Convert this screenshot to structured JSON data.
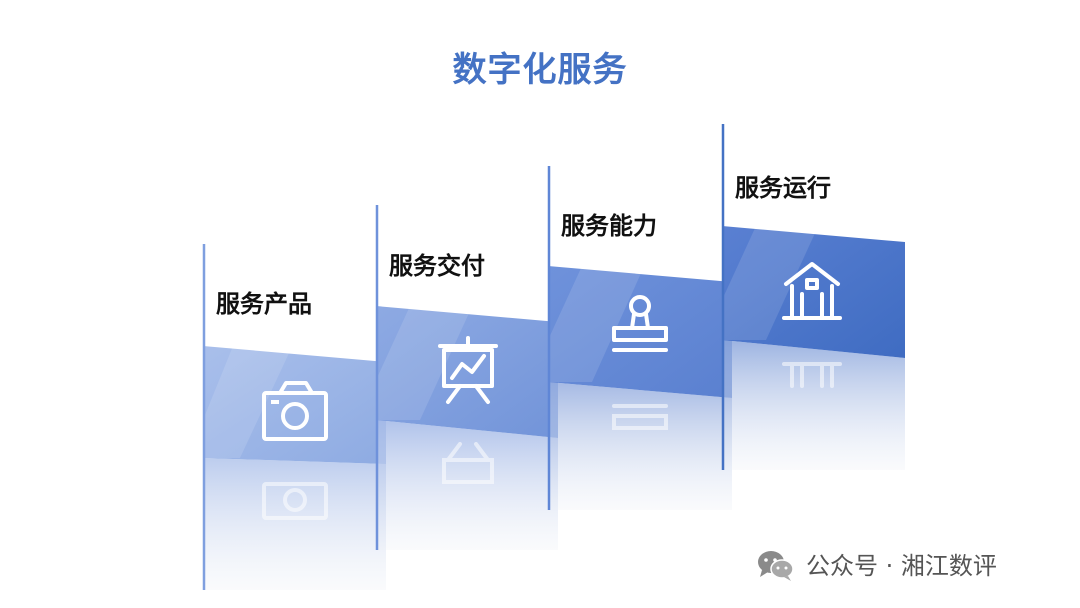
{
  "title": "数字化服务",
  "steps": [
    {
      "label": "服务产品",
      "icon": "camera-icon"
    },
    {
      "label": "服务交付",
      "icon": "presentation-chart-icon"
    },
    {
      "label": "服务能力",
      "icon": "stamp-icon"
    },
    {
      "label": "服务运行",
      "icon": "house-icon"
    }
  ],
  "colors": {
    "title": "#4472c4",
    "step_1": "#9ab4e6",
    "step_2": "#7f9fdf",
    "step_3": "#5f86d6",
    "step_4": "#4472c4"
  },
  "watermark": {
    "text": "公众号 · 湘江数评",
    "icon": "wechat-icon"
  }
}
